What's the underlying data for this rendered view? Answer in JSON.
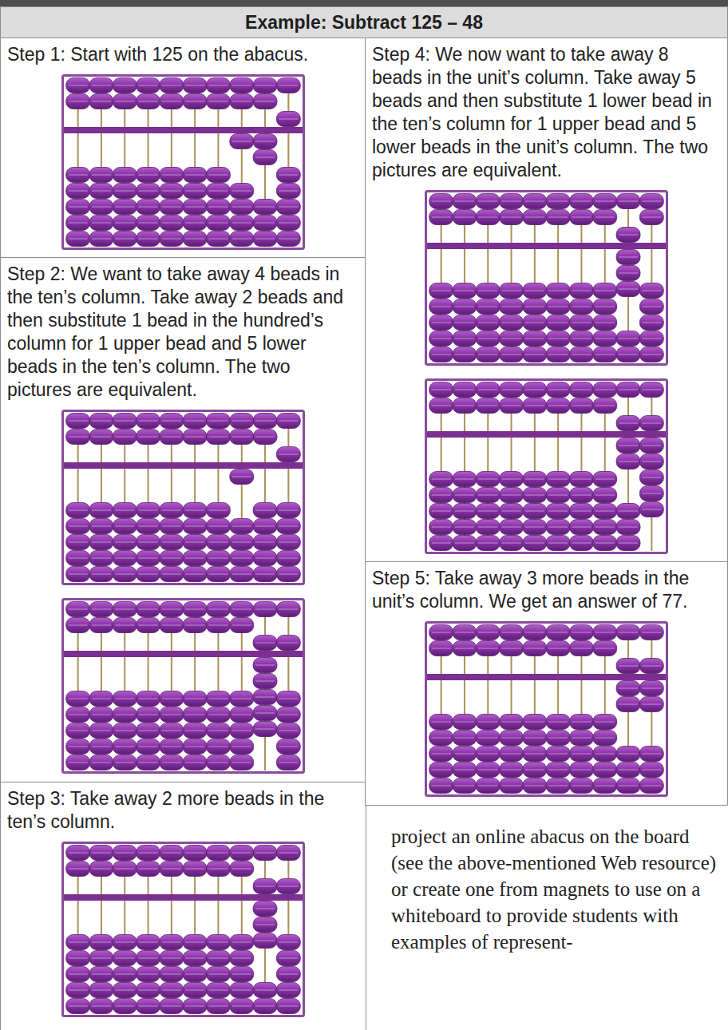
{
  "diagram": {
    "title": "Example: Subtract 125 – 48",
    "nodes": [
      {
        "text": [
          "Step 1: Start with 125 on the abacus."
        ]
      },
      {
        "text": [
          "Step 2: We want to take away 4 beads in the ten’s column. Take away 2 beads and then substitute 1 bead in the hundred’s column for 1 upper bead and 5 lower beads in the ten’s column. The two pictures are equivalent."
        ]
      },
      {
        "text": [
          "Step 3: Take away 2 more beads in the ten’s column."
        ]
      },
      {
        "text": [
          "Step 4: We now want to take away 8 beads in the unit’s column. Take away 5 beads and then substitute 1 lower bead in the ten’s column for 1 upper bead and 5 lower beads in the unit’s column. The two pictures are equivalent."
        ]
      },
      {
        "text": [
          "Step 5: Take away 3 more beads in the unit’s column. We get an answer of 77."
        ]
      }
    ],
    "labels": [
      "project an online abacus on the board (see the above-mentioned Web resource) or create one from magnets to use on a whiteboard to provide students with examples of represent-"
    ]
  }
}
